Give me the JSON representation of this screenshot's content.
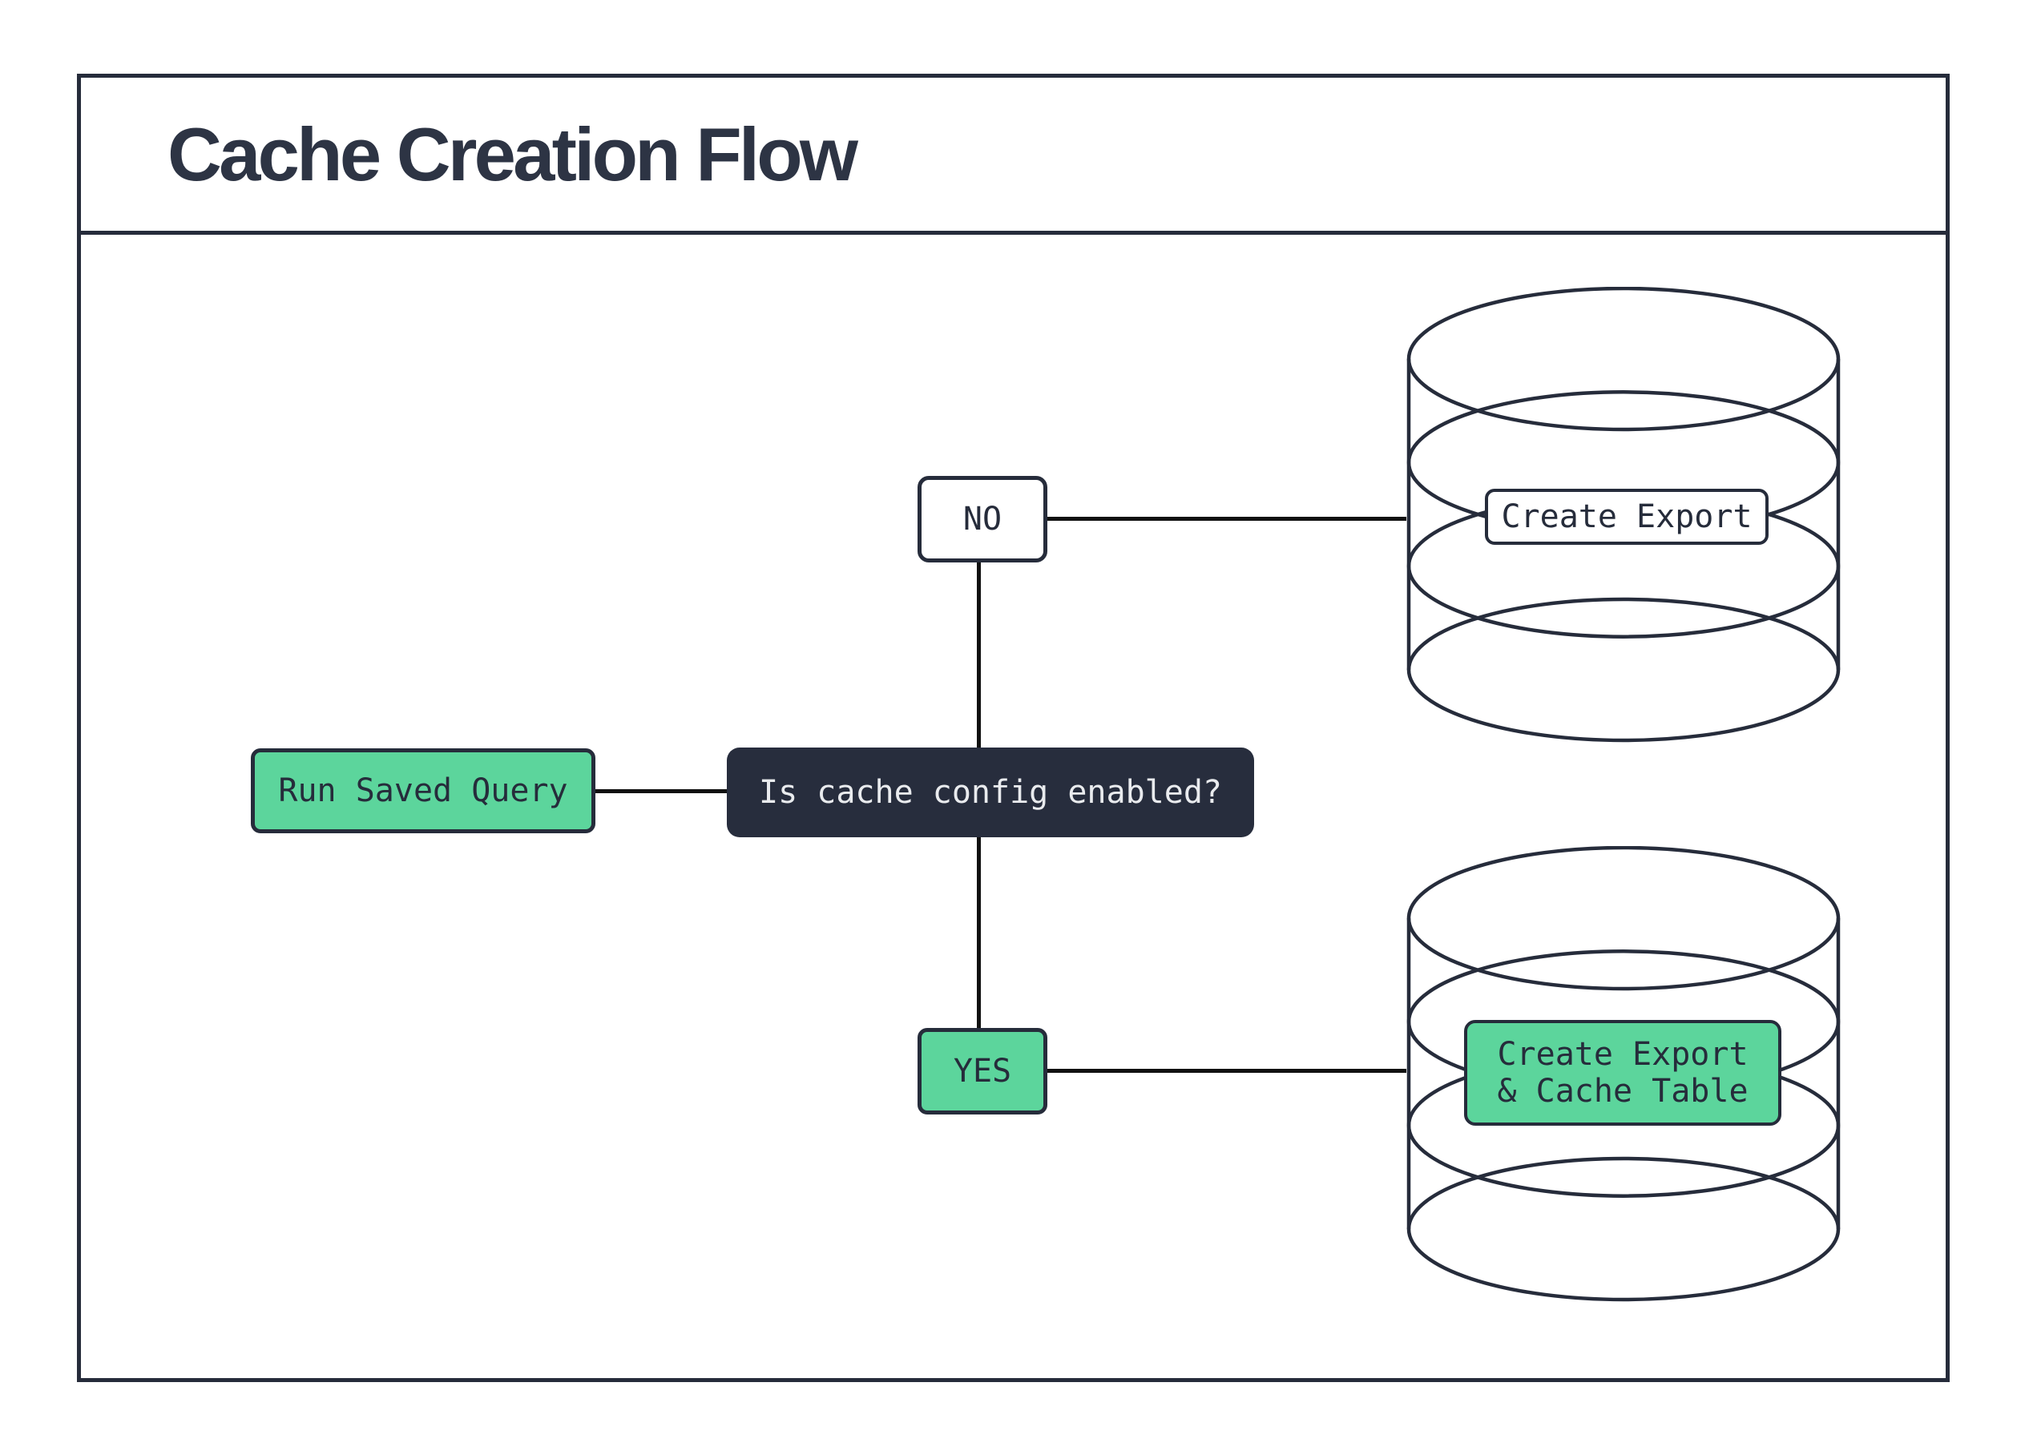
{
  "header": {
    "title": "Cache Creation Flow"
  },
  "flow": {
    "start": {
      "label": "Run Saved Query"
    },
    "decision": {
      "label": "Is cache config enabled?"
    },
    "branches": {
      "no": {
        "label": "NO",
        "result": {
          "label": "Create Export"
        }
      },
      "yes": {
        "label": "YES",
        "result": {
          "line1": "Create Export",
          "line2": "& Cache Table"
        }
      }
    }
  },
  "icons": {
    "no_target": "database-icon",
    "yes_target": "database-icon"
  },
  "colors": {
    "green": "#5cd59c",
    "navy": "#262c3b",
    "navy_fill": "#272d3d",
    "line": "#111111",
    "light_text": "#e9ebee",
    "title_color": "#2d3444"
  }
}
